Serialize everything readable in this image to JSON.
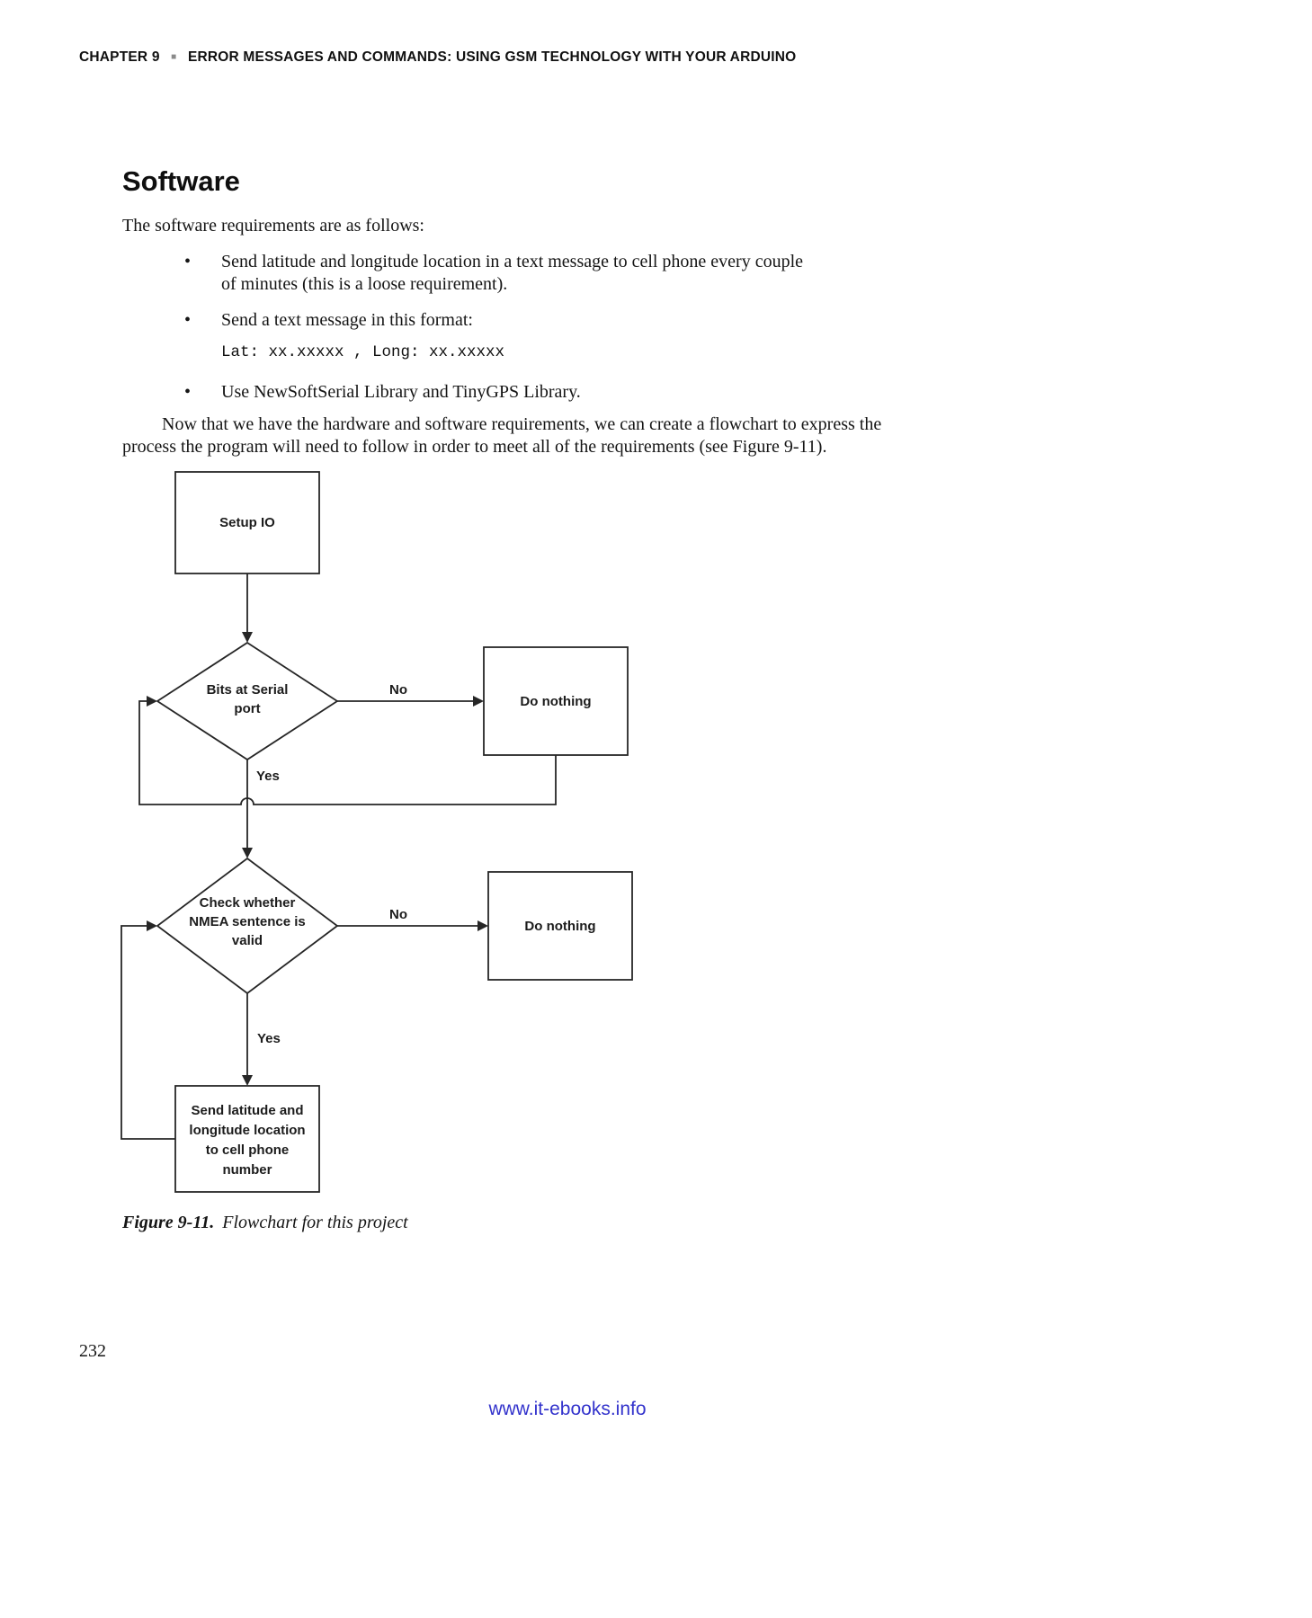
{
  "colors": {
    "link_blue": "#3333cc",
    "text": "#151515",
    "flowchart_stroke": "#262626"
  },
  "page": {
    "header": {
      "chapter": "CHAPTER 9",
      "separator": "■",
      "title": "ERROR MESSAGES AND COMMANDS: USING GSM TECHNOLOGY WITH YOUR ARDUINO"
    },
    "section_title": "Software",
    "intro": "The software requirements are as follows:",
    "bullet_char": "•",
    "bullets": [
      {
        "lines": [
          "Send latitude and longitude location in a text message to cell phone every couple",
          "of minutes (this is a loose requirement)."
        ]
      },
      {
        "lines": [
          "Send a text message in this format:"
        ],
        "code": "Lat: xx.xxxxx , Long: xx.xxxxx"
      },
      {
        "lines": [
          "Use NewSoftSerial Library and TinyGPS Library."
        ]
      }
    ],
    "paragraph_lines": [
      "Now that we have the hardware and software requirements, we can create a flowchart to express the",
      "process the program will need to follow in order to meet all of the requirements (see Figure 9-11)."
    ],
    "figure_caption": {
      "label": "Figure 9-11.",
      "text": "Flowchart for this project"
    },
    "page_number": "232",
    "footer_link": "www.it-ebooks.info"
  },
  "flowchart": {
    "nodes": {
      "setup": "Setup IO",
      "decision1": [
        "Bits at Serial",
        "port"
      ],
      "do_nothing1": "Do nothing",
      "decision2": [
        "Check whether",
        "NMEA sentence is",
        "valid"
      ],
      "do_nothing2": "Do nothing",
      "send": [
        "Send latitude and",
        "longitude location",
        "to cell phone",
        "number"
      ]
    },
    "edge_labels": {
      "no1": "No",
      "yes1": "Yes",
      "no2": "No",
      "yes2": "Yes"
    },
    "edges": [
      {
        "from": "Setup IO",
        "to": "Bits at Serial port",
        "label": ""
      },
      {
        "from": "Bits at Serial port",
        "to": "Do nothing (1)",
        "label": "No"
      },
      {
        "from": "Do nothing (1)",
        "to": "Bits at Serial port",
        "label": ""
      },
      {
        "from": "Bits at Serial port",
        "to": "Check whether NMEA sentence is valid",
        "label": "Yes"
      },
      {
        "from": "Check whether NMEA sentence is valid",
        "to": "Do nothing (2)",
        "label": "No"
      },
      {
        "from": "Check whether NMEA sentence is valid",
        "to": "Send latitude and longitude location to cell phone number",
        "label": "Yes"
      },
      {
        "from": "Send latitude and longitude location to cell phone number",
        "to": "Check whether NMEA sentence is valid",
        "label": ""
      }
    ]
  }
}
